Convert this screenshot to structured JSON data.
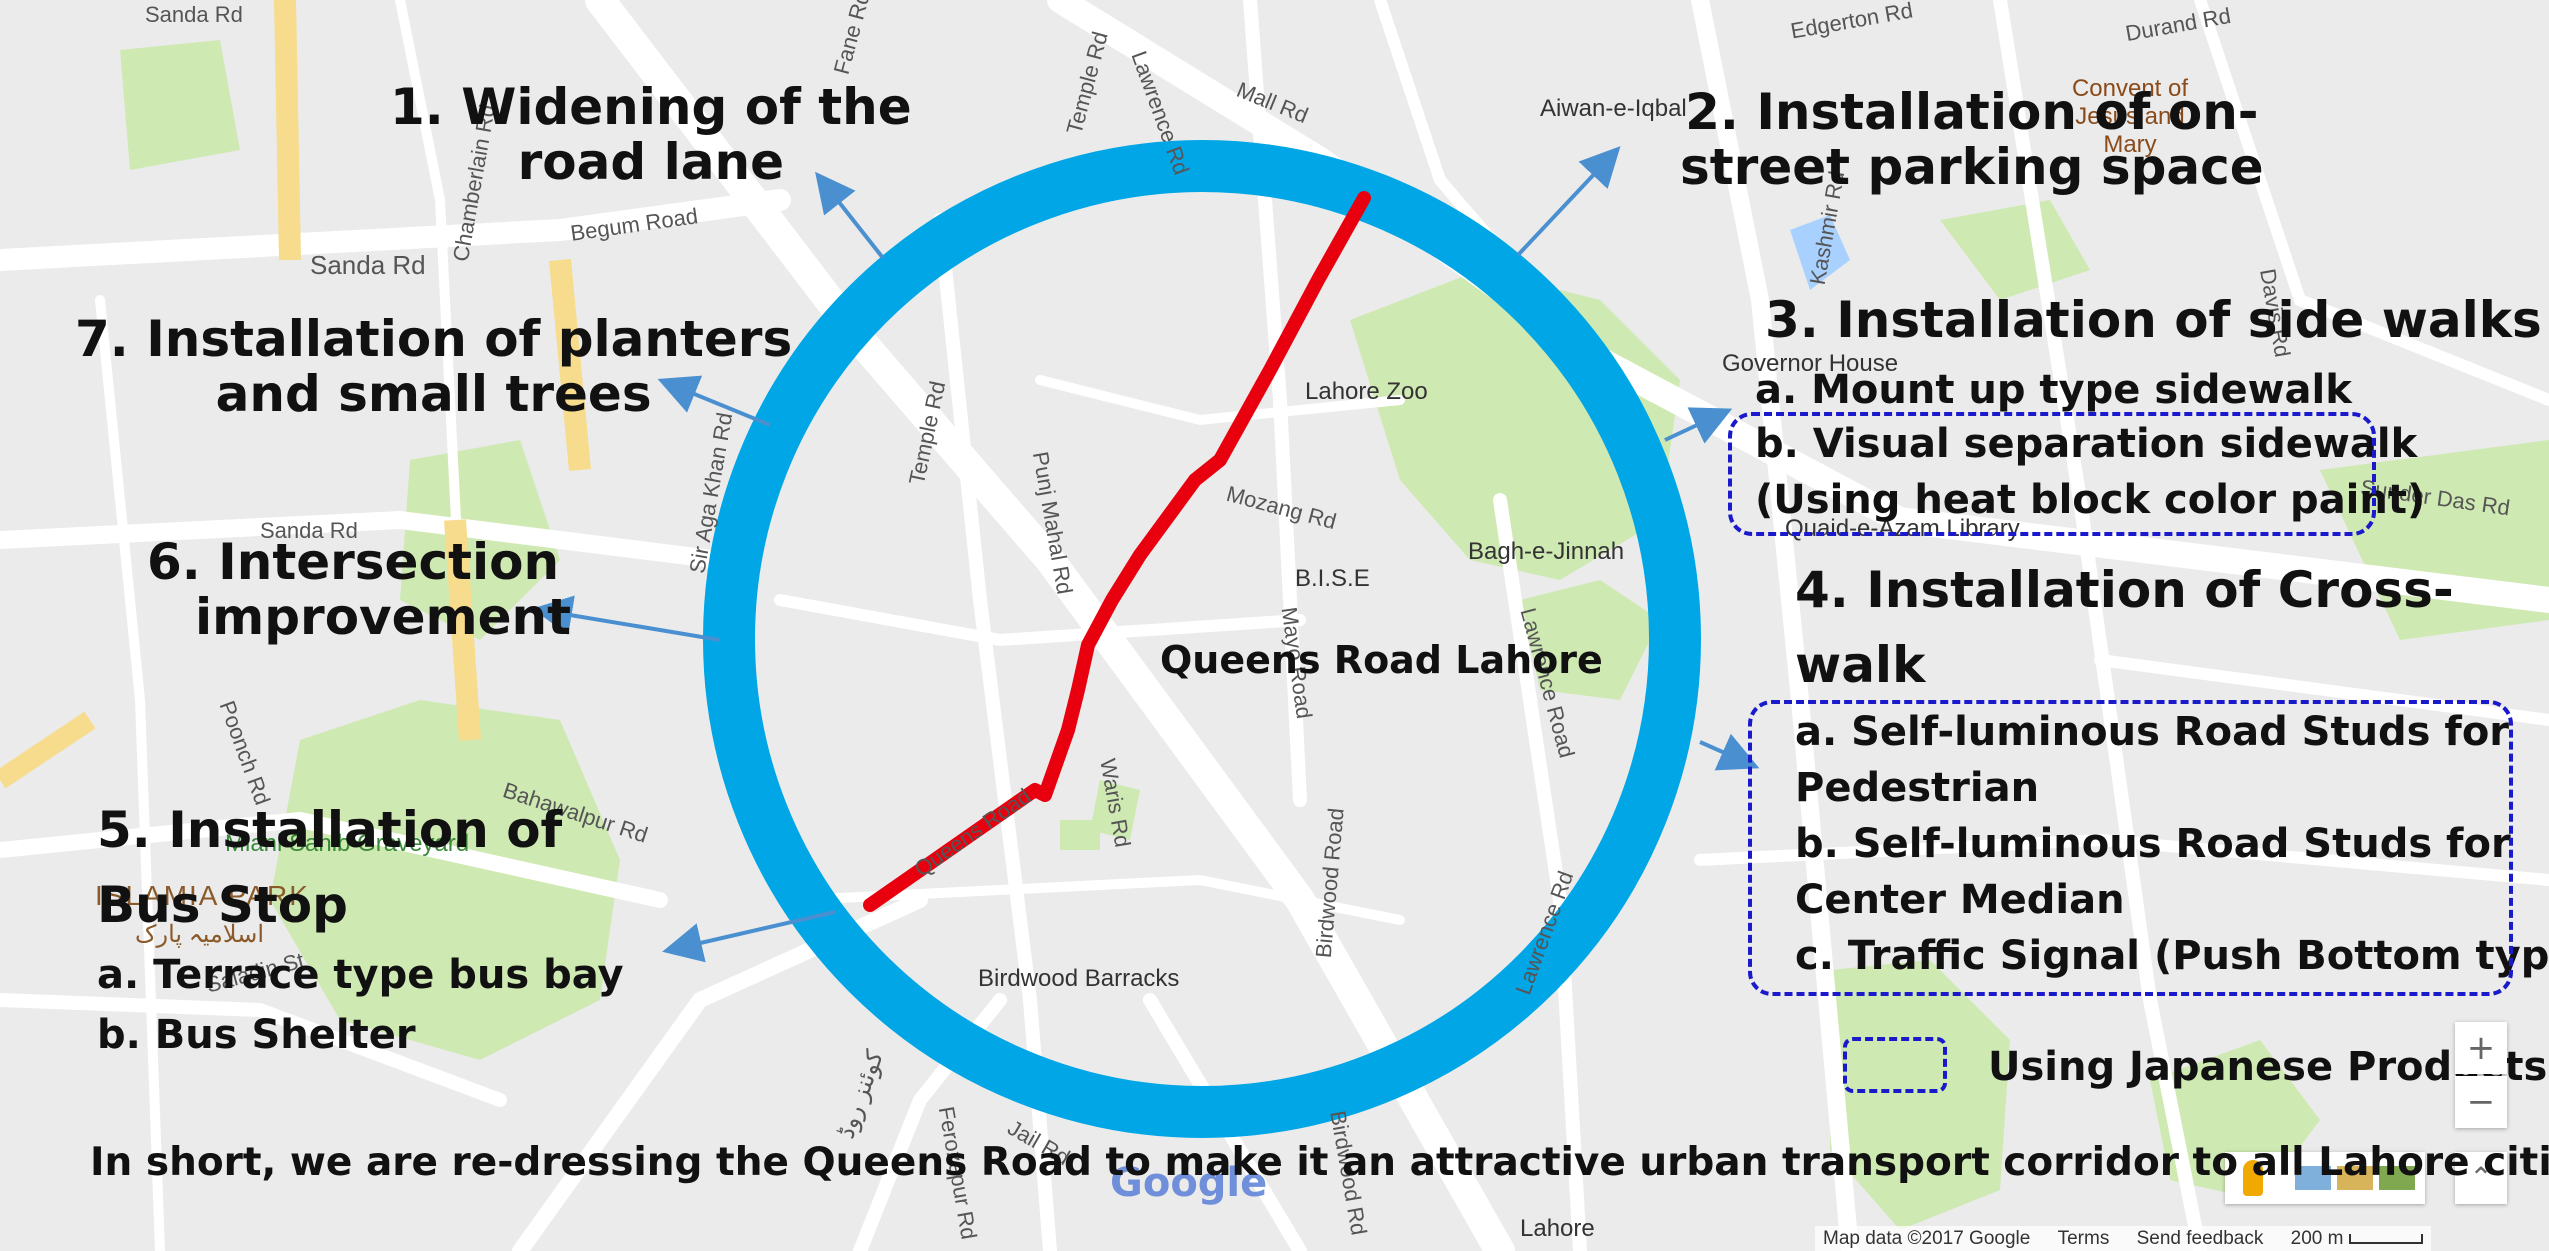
{
  "colors": {
    "ring": "#00a6e6",
    "route": "#e8000e",
    "arrow": "#4a90d0",
    "legend_border": "#1a1acc",
    "park": "#c9e8a7",
    "road_yellow": "#f6dc8c",
    "water": "#a9d1ff"
  },
  "center_label": "Queens Road Lahore",
  "items": {
    "widening": {
      "line1": "1. Widening of the",
      "line2": "road lane"
    },
    "parking": {
      "line1": "2. Installation of on-",
      "line2": "street parking space"
    },
    "sidewalks": {
      "title": "3. Installation of side walks",
      "a": "a. Mount up type sidewalk",
      "b": "b. Visual separation sidewalk",
      "b2": "(Using heat block color paint)"
    },
    "crosswalk": {
      "title1": "4. Installation of Cross-",
      "title2": "walk",
      "a1": "a. Self-luminous Road Studs for",
      "a2": "Pedestrian",
      "b1": "b. Self-luminous Road Studs for",
      "b2": "Center Median",
      "c": "c. Traffic Signal (Push Bottom type)"
    },
    "busstop": {
      "line1": "5. Installation of",
      "line2": "Bus Stop",
      "a": "a.   Terrace type bus bay",
      "b": "b.   Bus Shelter"
    },
    "intersection": {
      "line1": "6. Intersection",
      "line2": "improvement"
    },
    "planters": {
      "line1": "7. Installation of planters",
      "line2": "and small trees"
    }
  },
  "legend": {
    "label": "Using Japanese Products"
  },
  "footer": "In short, we are re-dressing the Queens Road to make it an attractive urban transport corridor to all Lahore citizens.",
  "map": {
    "streets": [
      "Sanda Rd",
      "Sanda Rd",
      "Sanda Rd",
      "Begum Road",
      "Lawrence Rd",
      "Temple Rd",
      "Mall Rd",
      "Edgerton Rd",
      "Durand Rd",
      "Kashmir Rd",
      "Punj Mahal Rd",
      "Mozang Rd",
      "Mayo Road",
      "Lawrence Road",
      "Queens Road",
      "Waris Rd",
      "Birdwood Road",
      "Lawrence Rd",
      "Bahawalpur Rd",
      "Fane Rd",
      "Chamberlain Rd",
      "Davis Rd",
      "Sir Aga Khan Rd",
      "Saladin St",
      "Jail Rd",
      "Ferozepur Rd",
      "Birdwood Rd",
      "Temple Rd",
      "Sunder Das Rd",
      "Poonch Rd"
    ],
    "places": {
      "aiwan": "Aiwan-e-Iqbal",
      "convent": "Convent of Jesus and Mary",
      "governor": "Governor House",
      "zoo": "Lahore Zoo",
      "bagh": "Bagh-e-Jinnah",
      "bise": "B.I.S.E",
      "library": "Quaid-e-Azam Library",
      "birdwood": "Birdwood Barracks",
      "islamia": "ISLAMIA PARK",
      "graveyard": "Miani Sahib Graveyard",
      "lahore": "Lahore",
      "islamia_ur": "اسلامیہ پارک",
      "urdu2": "کوئنز روڈ"
    },
    "google_logo": "Google",
    "attribution": {
      "data": "Map data ©2017 Google",
      "terms": "Terms",
      "feedback": "Send feedback",
      "scale": "200 m"
    },
    "zoom_in": "+",
    "zoom_out": "−",
    "collapse": "⌃"
  }
}
